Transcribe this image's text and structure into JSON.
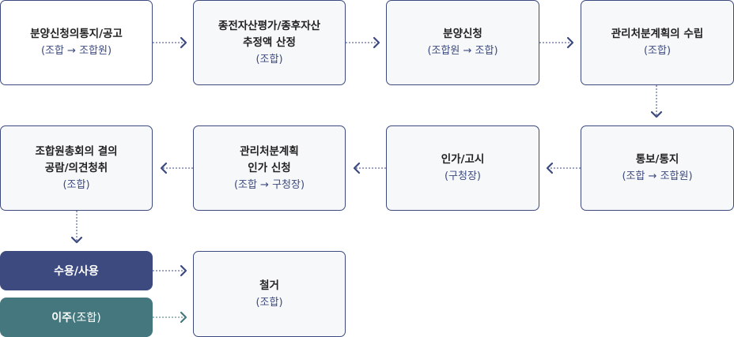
{
  "steps": [
    {
      "title": "분양신청의통지/공고",
      "sub": "(조합 → 조합원)"
    },
    {
      "title_line1": "종전자산평가/종후자산",
      "title_line2": "추정액 산정",
      "sub": "(조합)"
    },
    {
      "title": "분양신청",
      "sub": "(조합원 → 조합)"
    },
    {
      "title": "관리처분계획의 수립",
      "sub": "(조합)"
    },
    {
      "title": "통보/통지",
      "sub": "(조합 → 조합원)"
    },
    {
      "title": "인가/고시",
      "sub": "(구청장)"
    },
    {
      "title_line1": "관리처분계획",
      "title_line2": "인가 신청",
      "sub": "(조합 → 구청장)"
    },
    {
      "title_line1": "조합원총회의 결의",
      "title_line2": "공람/의견청취",
      "sub": "(조합)"
    }
  ],
  "outcomes": [
    {
      "label": "수용/사용",
      "color": "#3c4a7f"
    },
    {
      "label": "이주",
      "suffix": "(조합)",
      "color": "#44787e"
    }
  ],
  "final": {
    "title": "철거",
    "sub": "(조합)"
  },
  "colors": {
    "navy": "#3c4a7f",
    "teal": "#44787e",
    "box_bg": "#f7f8fa"
  }
}
